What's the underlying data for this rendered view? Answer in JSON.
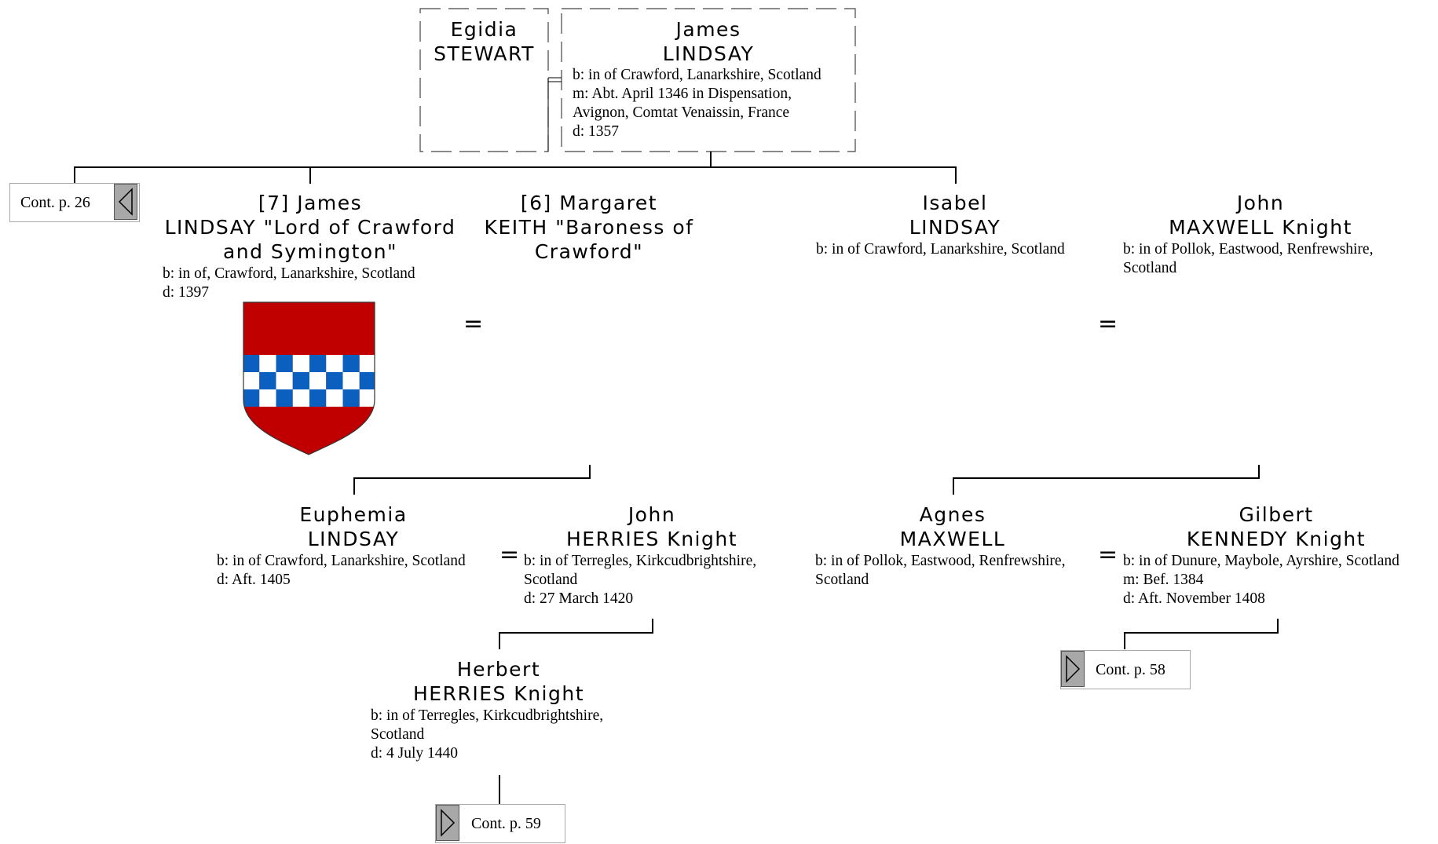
{
  "parents": {
    "wife": {
      "first": "Egidia",
      "last": "STEWART"
    },
    "husband": {
      "first": "James",
      "last": "LINDSAY",
      "details": [
        "b: in of Crawford, Lanarkshire, Scotland",
        "m: Abt. April 1346 in Dispensation,",
        "Avignon, Comtat Venaissin, France",
        "d: 1357"
      ]
    }
  },
  "children": {
    "james": {
      "line1": "[7] James",
      "line2": "LINDSAY \"Lord of Crawford",
      "line3": "and Symington\"",
      "details": [
        "b: in of, Crawford, Lanarkshire, Scotland",
        "d: 1397"
      ],
      "arms_icon": "lindsay-coat-of-arms-icon",
      "arms_colors": {
        "chief": "#c00000",
        "checky_blue": "#0a5fbf",
        "checky_white": "#ffffff"
      }
    },
    "margaret": {
      "line1": "[6] Margaret",
      "line2": "KEITH \"Baroness of",
      "line3": "Crawford\""
    },
    "isabel": {
      "first": "Isabel",
      "last": "LINDSAY",
      "details": [
        "b: in of Crawford, Lanarkshire, Scotland"
      ]
    },
    "john_maxwell": {
      "first": "John",
      "last": "MAXWELL Knight",
      "details": [
        "b: in of Pollok, Eastwood, Renfrewshire,",
        "Scotland"
      ]
    }
  },
  "grandchildren": {
    "euphemia": {
      "first": "Euphemia",
      "last": "LINDSAY",
      "details": [
        "b: in of Crawford, Lanarkshire, Scotland",
        "d: Aft. 1405"
      ]
    },
    "john_herries": {
      "first": "John",
      "last": "HERRIES Knight",
      "details": [
        "b: in of Terregles, Kirkcudbrightshire,",
        "Scotland",
        "d: 27 March 1420"
      ]
    },
    "agnes": {
      "first": "Agnes",
      "last": "MAXWELL",
      "details": [
        "b: in of Pollok, Eastwood, Renfrewshire,",
        "Scotland"
      ]
    },
    "gilbert": {
      "first": "Gilbert",
      "last": "KENNEDY Knight",
      "details": [
        "b: in of Dunure, Maybole, Ayrshire, Scotland",
        "m: Bef. 1384",
        "d: Aft. November 1408"
      ]
    }
  },
  "great_grandchildren": {
    "herbert": {
      "first": "Herbert",
      "last": "HERRIES Knight",
      "details": [
        "b: in of Terregles, Kirkcudbrightshire,",
        "Scotland",
        "d: 4 July 1440"
      ]
    }
  },
  "marriage_symbol": "=",
  "continuations": {
    "left": {
      "label": "Cont. p. 26",
      "icon": "arrow-left-icon"
    },
    "gilbert": {
      "label": "Cont. p. 58",
      "icon": "arrow-right-icon"
    },
    "herbert": {
      "label": "Cont. p. 59",
      "icon": "arrow-right-icon"
    }
  }
}
